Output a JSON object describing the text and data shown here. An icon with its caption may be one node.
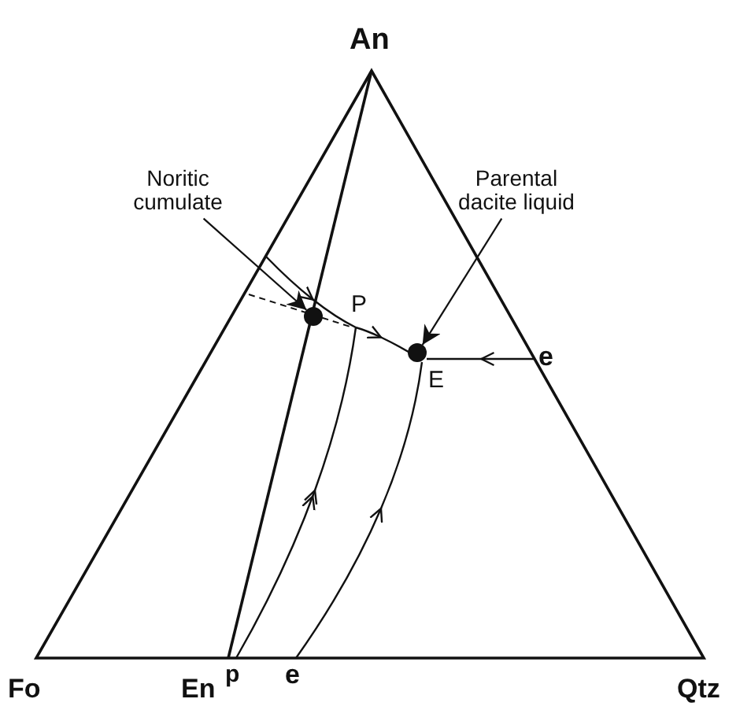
{
  "diagram": {
    "nodes": [
      {
        "text": [
          "Noritic cumulate"
        ]
      },
      {
        "text": [
          "Parental dacite liquid"
        ]
      },
      {
        "text": [],
        "shape": "circle"
      },
      {
        "text": [],
        "shape": "circle"
      }
    ],
    "edges": [
      {
        "from": 0,
        "to": 2,
        "arrow": "to"
      },
      {
        "from": 1,
        "to": 3,
        "arrow": "to"
      }
    ],
    "labels": [
      "An",
      "P",
      "e",
      "E",
      "Fo",
      "En",
      "p",
      "e",
      "Qtz"
    ]
  }
}
